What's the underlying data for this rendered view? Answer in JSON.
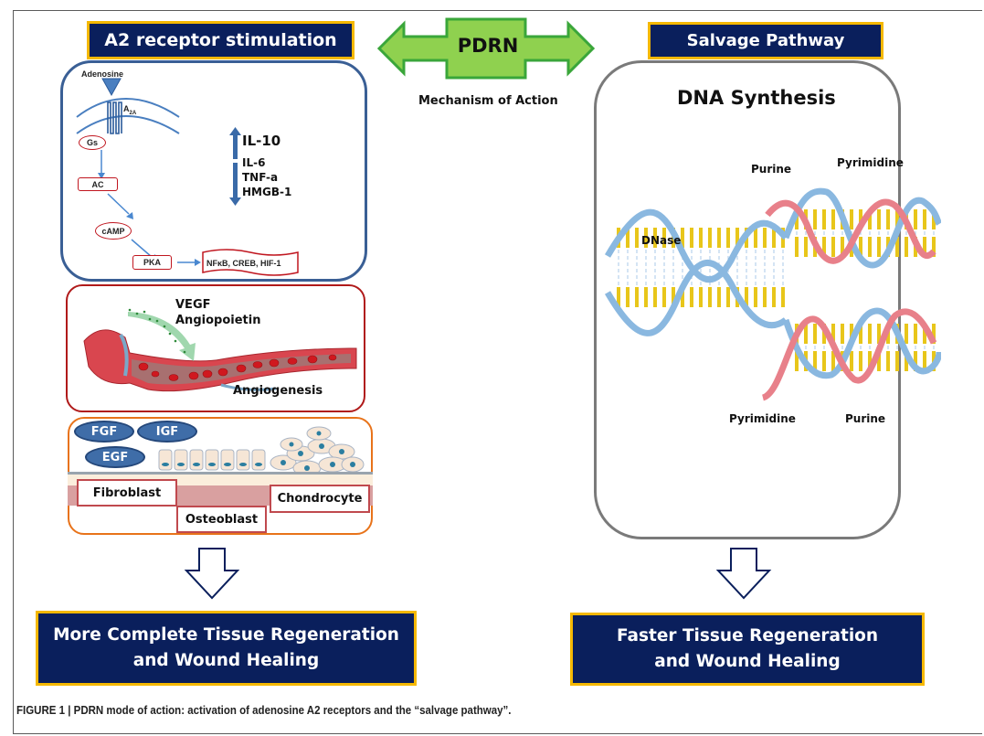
{
  "figure": {
    "center": {
      "label": "PDRN",
      "subtitle": "Mechanism of Action",
      "fill_color": "#8fd14f",
      "border_color": "#3aa63a"
    },
    "left_branch": {
      "title": "A2 receptor stimulation",
      "receptor_panel": {
        "ligand": "Adenosine",
        "receptor": "A",
        "receptor_subscript": "2A",
        "cascade": [
          "Gs",
          "AC",
          "cAMP",
          "PKA"
        ],
        "transcription_factors": "NFκB, CREB, HIF-1",
        "upregulated": [
          "IL-10"
        ],
        "downregulated": [
          "IL-6",
          "TNF-a",
          "HMGB-1"
        ]
      },
      "angiogenesis_panel": {
        "factors": [
          "VEGF",
          "Angiopoietin"
        ],
        "process": "Angiogenesis"
      },
      "growth_panel": {
        "growth_factors": [
          "FGF",
          "IGF",
          "EGF"
        ],
        "cells": [
          "Fibroblast",
          "Osteoblast",
          "Chondrocyte"
        ]
      },
      "outcome": [
        "More Complete Tissue Regeneration",
        "and Wound Healing"
      ]
    },
    "right_branch": {
      "title": "Salvage Pathway",
      "panel_title": "DNA Synthesis",
      "labels": {
        "enzyme": "DNase",
        "top_left": "Purine",
        "top_right": "Pyrimidine",
        "bottom_left": "Pyrimidine",
        "bottom_right": "Purine"
      },
      "outcome": [
        "Faster Tissue Regeneration",
        "and Wound Healing"
      ]
    },
    "caption": "FIGURE 1 | PDRN mode of action: activation of adenosine A2 receptors and the “salvage pathway”."
  },
  "colors": {
    "navy": "#0a1f5c",
    "gold": "#f5b800",
    "a2_border": "#3a5f95",
    "angio_border": "#b01a1a",
    "cells_border": "#e8731a",
    "salvage_border": "#7a7a7a",
    "dna_blue": "#8ab8e0",
    "dna_red": "#e8808a",
    "dna_base": "#e8c61a"
  }
}
